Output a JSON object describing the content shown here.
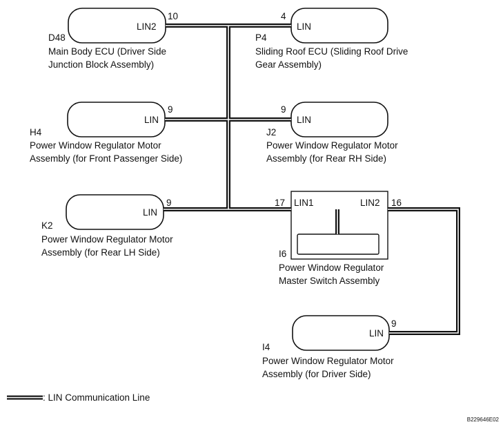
{
  "components": [
    {
      "id": "d48",
      "ref": "D48",
      "port": "LIN2",
      "pin": "10",
      "name_lines": [
        "Main Body ECU (Driver Side",
        "Junction Block Assembly)"
      ]
    },
    {
      "id": "p4",
      "ref": "P4",
      "port": "LIN",
      "pin": "4",
      "name_lines": [
        "Sliding Roof ECU (Sliding Roof Drive",
        "Gear Assembly)"
      ]
    },
    {
      "id": "h4",
      "ref": "H4",
      "port": "LIN",
      "pin": "9",
      "name_lines": [
        "Power Window Regulator Motor",
        "Assembly (for Front Passenger Side)"
      ]
    },
    {
      "id": "j2",
      "ref": "J2",
      "port": "LIN",
      "pin": "9",
      "name_lines": [
        "Power Window Regulator Motor",
        "Assembly (for Rear RH Side)"
      ]
    },
    {
      "id": "k2",
      "ref": "K2",
      "port": "LIN",
      "pin": "9",
      "name_lines": [
        "Power Window Regulator Motor",
        "Assembly (for Rear LH Side)"
      ]
    },
    {
      "id": "i6",
      "ref": "I6",
      "ports": [
        "LIN1",
        "LIN2"
      ],
      "pins": [
        "17",
        "16"
      ],
      "name_lines": [
        "Power Window Regulator",
        "Master Switch Assembly"
      ]
    },
    {
      "id": "i4",
      "ref": "I4",
      "port": "LIN",
      "pin": "9",
      "name_lines": [
        "Power Window Regulator Motor",
        "Assembly (for Driver Side)"
      ]
    }
  ],
  "legend": {
    "label": ": LIN Communication Line"
  },
  "figure_code": "B229646E02",
  "colors": {
    "line": "#111111",
    "line_core": "#ffffff"
  }
}
